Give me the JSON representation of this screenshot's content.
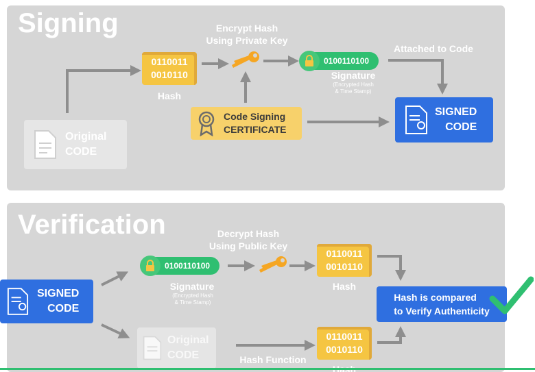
{
  "signing": {
    "title": "Signing",
    "original": {
      "line1": "Original",
      "line2": "CODE"
    },
    "hash": {
      "line1": "0110011",
      "line2": "0010110",
      "label": "Hash"
    },
    "encrypt": {
      "line1": "Encrypt Hash",
      "line2": "Using Private Key"
    },
    "signature": {
      "bits": "0100110100",
      "label": "Signature",
      "sub1": "(Encrypted Hash",
      "sub2": "& Time Stamp)"
    },
    "attached": "Attached to Code",
    "certificate": {
      "line1": "Code Signing",
      "line2": "CERTIFICATE"
    },
    "signed": {
      "line1": "SIGNED",
      "line2": "CODE"
    }
  },
  "verification": {
    "title": "Verification",
    "signed": {
      "line1": "SIGNED",
      "line2": "CODE"
    },
    "signature": {
      "bits": "0100110100",
      "label": "Signature",
      "sub1": "(Encrypted Hash",
      "sub2": "& Time Stamp)"
    },
    "decrypt": {
      "line1": "Decrypt Hash",
      "line2": "Using Public Key"
    },
    "hash_top": {
      "line1": "0110011",
      "line2": "0010110",
      "label": "Hash"
    },
    "compare": {
      "line1": "Hash is compared",
      "line2": "to Verify Authenticity"
    },
    "original": {
      "line1": "Original",
      "line2": "CODE"
    },
    "hash_function": "Hash Function",
    "hash_bottom": {
      "line1": "0110011",
      "line2": "0010110",
      "label": "Hash"
    }
  },
  "colors": {
    "hash": "#f5c542",
    "blue": "#2f6fe0",
    "green": "#2fbf71",
    "panel": "#d6d6d6",
    "check": "#2fbf71"
  },
  "icons": [
    "document-icon",
    "key-icon",
    "lock-icon",
    "certificate-ribbon-icon",
    "signed-document-icon",
    "checkmark-icon"
  ]
}
